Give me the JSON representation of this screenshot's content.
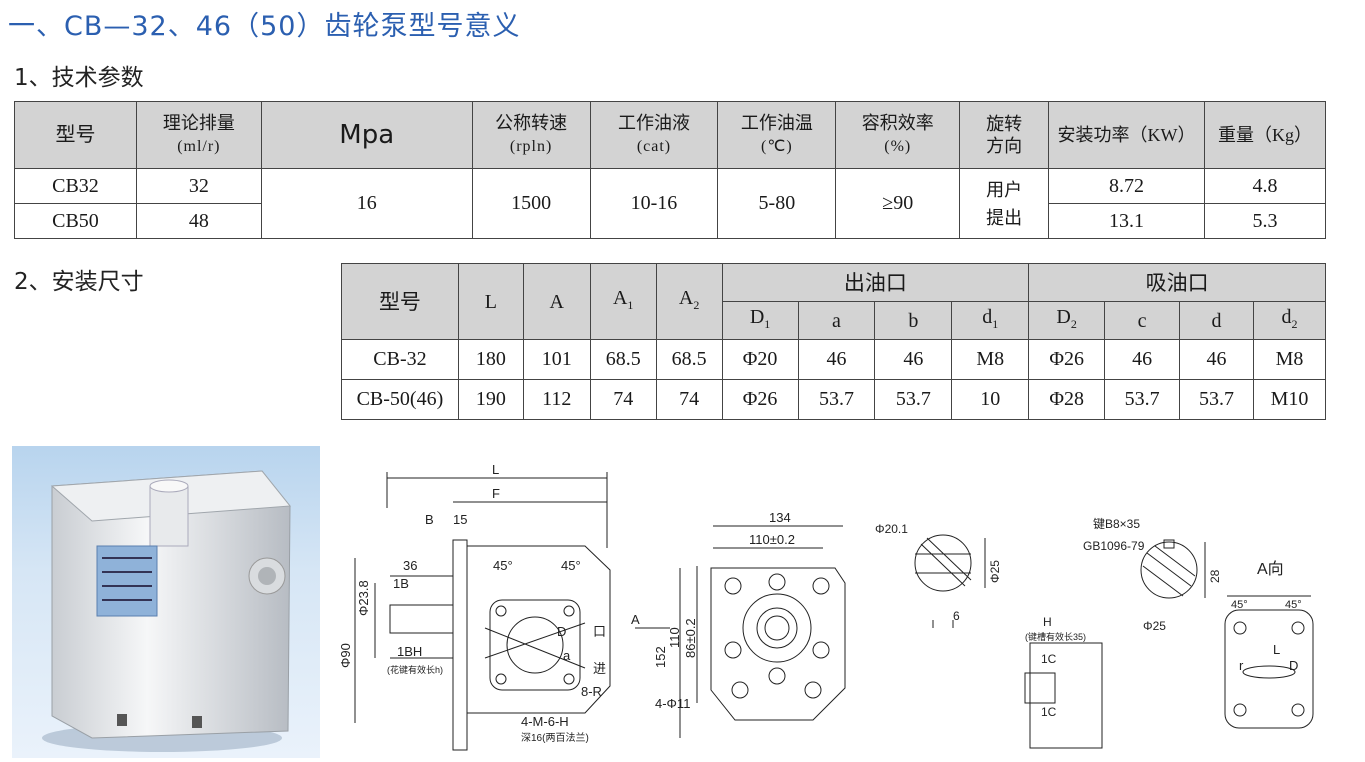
{
  "title": "一、CB—32、46（50）齿轮泵型号意义",
  "section1": "1、技术参数",
  "section2": "2、安装尺寸",
  "table1": {
    "headers": {
      "model": "型号",
      "disp": "理论排量",
      "disp_unit": "(ml/r)",
      "mpa": "Mpa",
      "speed": "公称转速",
      "speed_unit": "(rpln)",
      "oil": "工作油液",
      "oil_unit": "(cat)",
      "temp": "工作油温",
      "temp_unit": "(℃)",
      "eff": "容积效率",
      "eff_unit": "(%)",
      "rot1": "旋转",
      "rot2": "方向",
      "power": "安装功率（KW）",
      "weight": "重量（Kg）"
    },
    "rows": [
      {
        "model": "CB32",
        "disp": "32",
        "power": "8.72",
        "weight": "4.8"
      },
      {
        "model": "CB50",
        "disp": "48",
        "power": "13.1",
        "weight": "5.3"
      }
    ],
    "shared": {
      "mpa": "16",
      "speed": "1500",
      "oil": "10-16",
      "temp": "5-80",
      "eff": "≥90",
      "rot1": "用户",
      "rot2": "提出"
    }
  },
  "table2": {
    "headers": {
      "model": "型号",
      "L": "L",
      "A": "A",
      "A1": "A",
      "A1_sub": "1",
      "A2": "A",
      "A2_sub": "2",
      "outlet": "出油口",
      "inlet": "吸油口",
      "D1": "D",
      "D1_sub": "1",
      "a": "a",
      "b": "b",
      "d1": "d",
      "d1_sub": "1",
      "D2": "D",
      "D2_sub": "2",
      "c": "c",
      "d": "d",
      "d2": "d",
      "d2_sub": "2"
    },
    "rows": [
      [
        "CB-32",
        "180",
        "101",
        "68.5",
        "68.5",
        "Φ20",
        "46",
        "46",
        "M8",
        "Φ26",
        "46",
        "46",
        "M8"
      ],
      [
        "CB-50(46)",
        "190",
        "112",
        "74",
        "74",
        "Φ26",
        "53.7",
        "53.7",
        "10",
        "Φ28",
        "53.7",
        "53.7",
        "M10"
      ]
    ]
  },
  "drawing": {
    "side": {
      "L": "L",
      "F": "F",
      "B": "B",
      "d15": "15",
      "d36": "36",
      "d1B": "1B",
      "phi90": "Φ90",
      "phi23": "Φ23.8",
      "bh": "1BH",
      "spline": "(花键有效长h)",
      "a45": "45°",
      "D": "D",
      "a": "a",
      "kou": "口",
      "jin": "进",
      "r8": "8-R",
      "m6": "4-M-6-H",
      "deep": "深16(两百法兰)"
    },
    "front": {
      "d134": "134",
      "d110": "110±0.2",
      "d152": "152",
      "d110v": "110",
      "d86": "86±0.2",
      "phi11": "4-Φ11",
      "arrowA": "A"
    },
    "shaft": {
      "phi20": "Φ20.1",
      "phi25": "Φ25",
      "six": "6"
    },
    "key": {
      "key": "键B8×35",
      "std": "GB1096-79",
      "d28": "28",
      "phi25": "Φ25",
      "H": "H",
      "keyslot": "(键槽有效长35)",
      "c1": "1C",
      "c2": "1C"
    },
    "viewA": {
      "title": "A向",
      "a1": "45°",
      "a2": "45°",
      "L": "L",
      "r": "r",
      "D": "D"
    }
  }
}
